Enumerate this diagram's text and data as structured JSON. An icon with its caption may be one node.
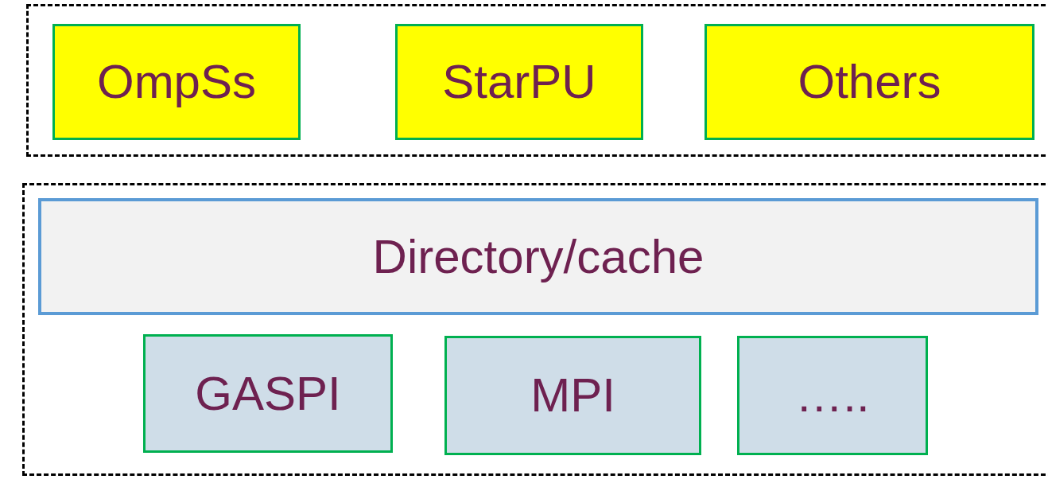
{
  "diagram": {
    "nodes": [
      {
        "text": [],
        "shape": "box"
      },
      {
        "text": [
          "OmpSs"
        ],
        "in": 0
      },
      {
        "text": [
          "StarPU"
        ],
        "in": 0
      },
      {
        "text": [
          "Others"
        ],
        "in": 0
      },
      {
        "text": [],
        "shape": "box"
      },
      {
        "text": [
          "Directory/cache"
        ],
        "in": 4
      },
      {
        "text": [
          "GASPI"
        ],
        "in": 4
      },
      {
        "text": [
          "MPI"
        ],
        "in": 4
      },
      {
        "text": [
          "….."
        ],
        "in": 4
      }
    ]
  }
}
